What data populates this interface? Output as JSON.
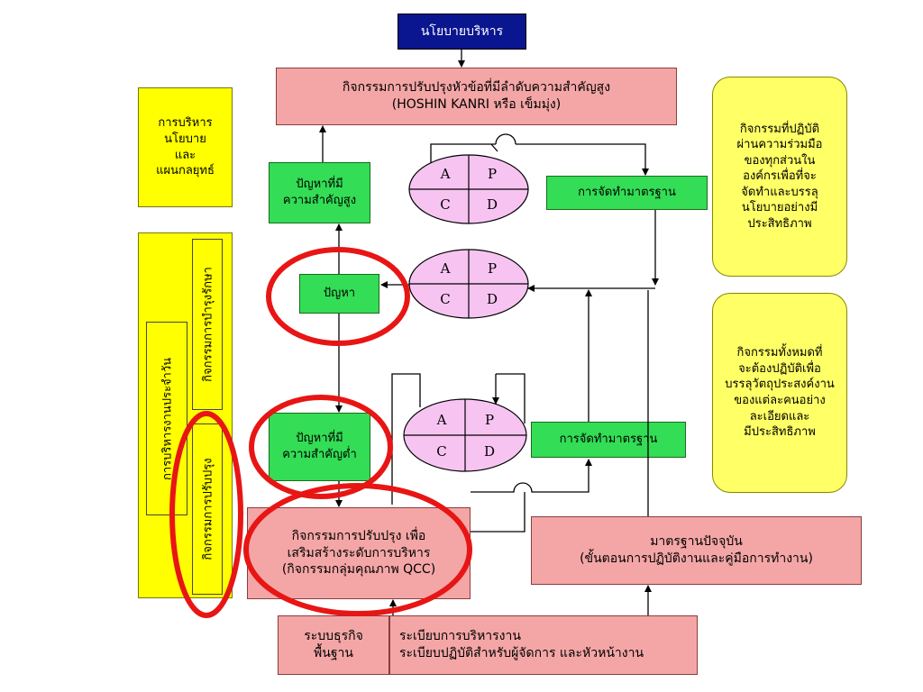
{
  "top_policy": "นโยบายบริหาร",
  "hoshin": {
    "line1": "กิจกรรมการปรับปรุงหัวข้อที่มีลำดับความสำคัญสูง",
    "line2": "(HOSHIN KANRI หรือ เข็มมุ่ง)"
  },
  "left_policy": {
    "line1": "การบริหาร",
    "line2": "นโยบาย",
    "line3": "และ",
    "line4": "แผนกลยุทธ์"
  },
  "left_daily": "การบริหารงานประจำวัน",
  "left_maintain": "กิจกรรมการบำรุงรักษา",
  "left_improve": "กิจกรรมการปรับปรุง",
  "high_priority": {
    "line1": "ปัญหาที่มี",
    "line2": "ความสำคัญสูง"
  },
  "problem": "ปัญหา",
  "low_priority": {
    "line1": "ปัญหาที่มี",
    "line2": "ความสำคัญต่ำ"
  },
  "standardize_top": "การจัดทำมาตรฐาน",
  "standardize_mid": "การจัดทำมาตรฐาน",
  "pdca": {
    "a": "A",
    "p": "P",
    "c": "C",
    "d": "D"
  },
  "qcc": {
    "line1": "กิจกรรมการปรับปรุง เพื่อ",
    "line2": "เสริมสร้างระดับการบริหาร",
    "line3": "(กิจกรรมกลุ่มคุณภาพ QCC)"
  },
  "current_std": {
    "line1": "มาตรฐานปัจจุบัน",
    "line2": "(ขั้นตอนการปฏิบัติงานและคู่มือการทำงาน)"
  },
  "basic_system": {
    "line1": "ระบบธุรกิจ",
    "line2": "พื้นฐาน"
  },
  "regulations": {
    "line1": "ระเบียบการบริหารงาน",
    "line2": "ระเบียบปฏิบัติสำหรับผู้จัดการ และหัวหน้างาน"
  },
  "note_top": {
    "line1": "กิจกรรมที่ปฏิบัติ",
    "line2": "ผ่านความร่วมมือ",
    "line3": "ของทุกส่วนใน",
    "line4": "องค์กรเพื่อที่จะ",
    "line5": "จัดทำและบรรลุ",
    "line6": "นโยบายอย่างมี",
    "line7": "ประสิทธิภาพ"
  },
  "note_bottom": {
    "line1": "กิจกรรมทั้งหมดที่",
    "line2": "จะต้องปฏิบัติเพื่อ",
    "line3": "บรรลุวัตถุประสงค์งาน",
    "line4": "ของแต่ละคนอย่าง",
    "line5": "ละเอียดและ",
    "line6": "มีประสิทธิภาพ"
  },
  "colors": {
    "pink": "#f4a6a6",
    "green": "#33dd55",
    "yellow": "#ffff00",
    "navy": "#0a1590",
    "pdca_fill": "#f7c4f2",
    "highlight": "#e81515"
  }
}
